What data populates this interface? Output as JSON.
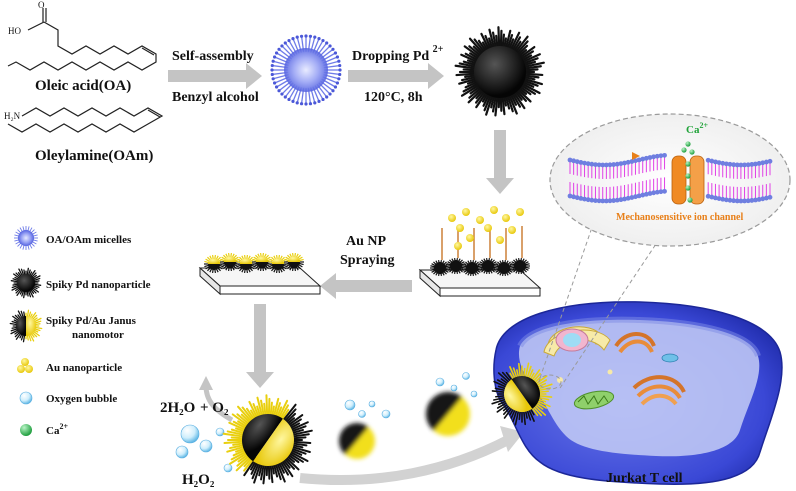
{
  "molecules": {
    "oleic_acid_label": "Oleic acid(OA)",
    "oleic_acid_group_o": "O",
    "oleic_acid_group_ho": "HO",
    "oleylamine_label": "Oleylamine(OAm)",
    "oleylamine_group": "H₂N"
  },
  "steps": {
    "self_assembly": "Self-assembly",
    "benzyl_alcohol": "Benzyl alcohol",
    "dropping_pd": "Dropping Pd",
    "dropping_pd_charge": "2+",
    "conditions": "120°C, 8h",
    "au_np": "Au NP",
    "spraying": "Spraying"
  },
  "legend": [
    {
      "label": "OA/OAm micelles",
      "icon": "micelle-icon"
    },
    {
      "label": "Spiky Pd nanoparticle",
      "icon": "spiky-pd-icon"
    },
    {
      "label": "Spiky Pd/Au Janus",
      "label2": "nanomotor",
      "icon": "janus-icon"
    },
    {
      "label": "Au nanoparticle",
      "icon": "au-nanoparticle-icon"
    },
    {
      "label": "Oxygen bubble",
      "icon": "oxygen-bubble-icon"
    },
    {
      "label": "Ca",
      "sup": "2+",
      "icon": "calcium-ion-icon"
    }
  ],
  "reaction": {
    "product_water": "2H₂O",
    "product_oxygen": "+ O₂",
    "reactant": "H₂O₂"
  },
  "inset": {
    "ion": "Ca",
    "ion_charge": "2+",
    "channel_label": "Mechanosensitive ion channel"
  },
  "cell_label": "Jurkat T cell",
  "colors": {
    "micelle": "#7b86f0",
    "spiky_pd": "#111111",
    "gold": "#f2df1a",
    "membrane_pink": "#e040e6",
    "membrane_blue": "#6f7fe0",
    "cell_blue": "#3a48d6",
    "calcium": "#27b04a",
    "channel_orange": "#f08a24",
    "arrow_gray": "#bdbdbd"
  }
}
